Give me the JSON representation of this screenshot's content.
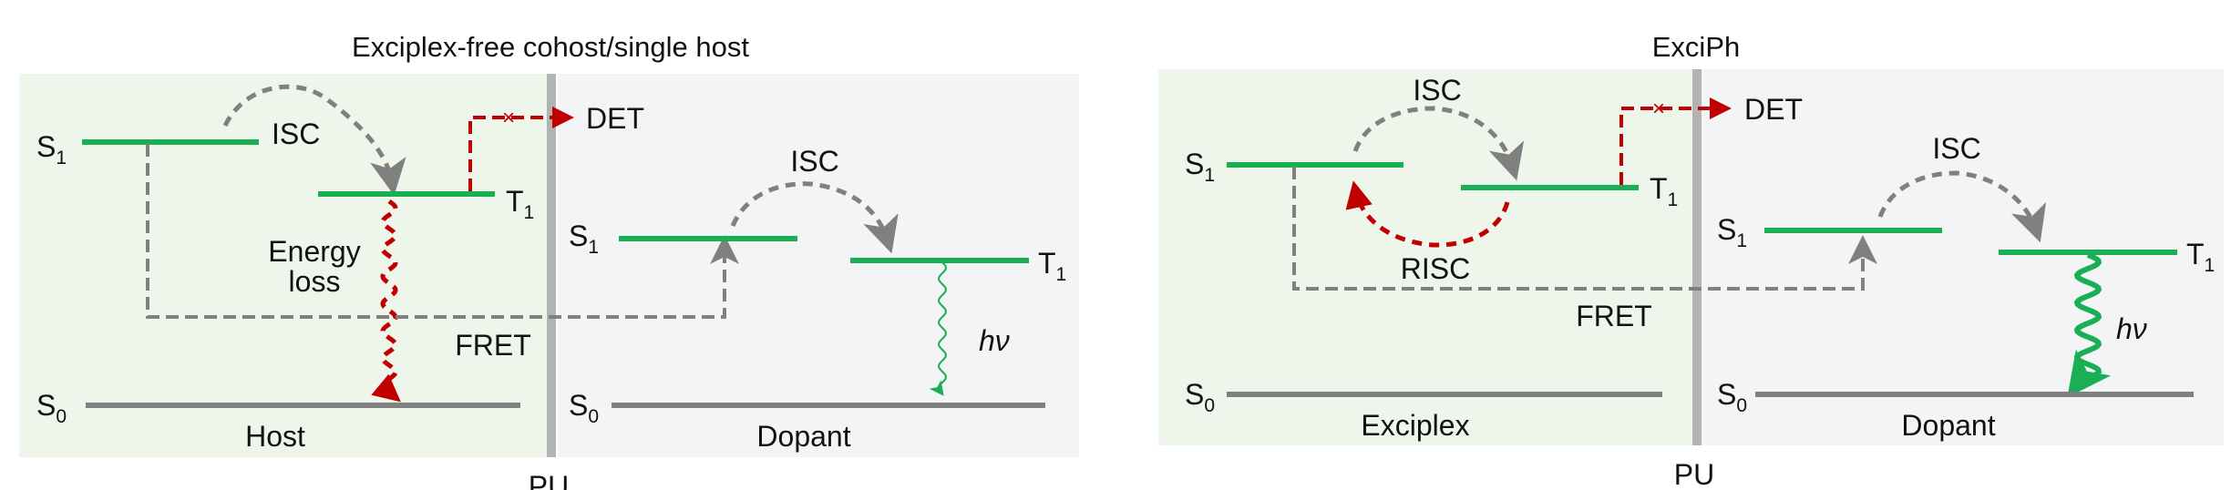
{
  "panels": [
    {
      "title": "Exciplex-free cohost/single host",
      "left": {
        "name": "Host",
        "s1": "S",
        "s1_sub": "1",
        "t1": "T",
        "t1_sub": "1",
        "s0": "S",
        "s0_sub": "0",
        "isc": "ISC",
        "energy_loss_1": "Energy",
        "energy_loss_2": "loss"
      },
      "right": {
        "name": "Dopant",
        "s1": "S",
        "s1_sub": "1",
        "t1": "T",
        "t1_sub": "1",
        "s0": "S",
        "s0_sub": "0",
        "isc": "ISC",
        "emission": "hν"
      },
      "det": "DET",
      "blocked_mark": "×",
      "fret": "FRET",
      "interface": "PU"
    },
    {
      "title": "ExciPh",
      "left": {
        "name": "Exciplex",
        "s1": "S",
        "s1_sub": "1",
        "t1": "T",
        "t1_sub": "1",
        "s0": "S",
        "s0_sub": "0",
        "isc": "ISC",
        "risc": "RISC"
      },
      "right": {
        "name": "Dopant",
        "s1": "S",
        "s1_sub": "1",
        "t1": "T",
        "t1_sub": "1",
        "s0": "S",
        "s0_sub": "0",
        "isc": "ISC",
        "emission": "hν"
      },
      "det": "DET",
      "blocked_mark": "×",
      "fret": "FRET",
      "interface": "PU"
    }
  ],
  "colors": {
    "level": "#1aae55",
    "ground": "#808080",
    "blocked": "#c00000",
    "host_bg": "#eef5ea",
    "dopant_bg": "#f2f4f6",
    "interface": "#b3b3b3"
  }
}
